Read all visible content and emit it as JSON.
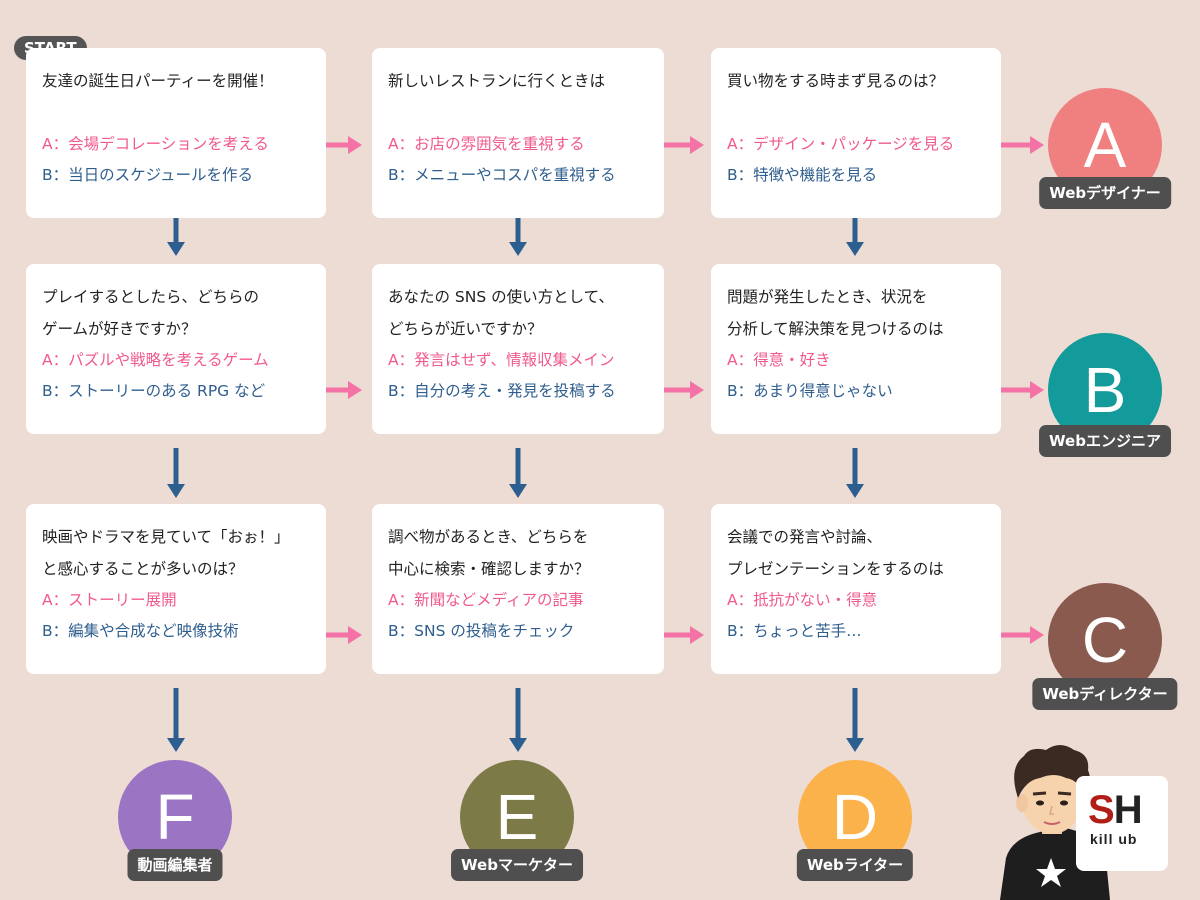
{
  "start_label": "START",
  "cards": [
    {
      "question": [
        "友達の誕生日パーティーを開催！"
      ],
      "a": "A：会場デコレーションを考える",
      "b": "B：当日のスケジュールを作る"
    },
    {
      "question": [
        "新しいレストランに行くときは"
      ],
      "a": "A：お店の雰囲気を重視する",
      "b": "B：メニューやコスパを重視する"
    },
    {
      "question": [
        "買い物をする時まず見るのは？"
      ],
      "a": "A：デザイン・パッケージを見る",
      "b": "B：特徴や機能を見る"
    },
    {
      "question": [
        "プレイするとしたら、どちらの",
        "ゲームが好きですか？"
      ],
      "a": "A：パズルや戦略を考えるゲーム",
      "b": "B：ストーリーのある RPG など"
    },
    {
      "question": [
        "あなたの SNS の使い方として、",
        "どちらが近いですか？"
      ],
      "a": "A：発言はせず、情報収集メイン",
      "b": "B：自分の考え・発見を投稿する"
    },
    {
      "question": [
        "問題が発生したとき、状況を",
        "分析して解決策を見つけるのは"
      ],
      "a": "A：得意・好き",
      "b": "B：あまり得意じゃない"
    },
    {
      "question": [
        "映画やドラマを見ていて「おぉ！」",
        "と感心することが多いのは？"
      ],
      "a": "A：ストーリー展開",
      "b": "B：編集や合成など映像技術"
    },
    {
      "question": [
        "調べ物があるとき、どちらを",
        "中心に検索・確認しますか？"
      ],
      "a": "A：新聞などメディアの記事",
      "b": "B：SNS の投稿をチェック"
    },
    {
      "question": [
        "会議での発言や討論、",
        "プレゼンテーションをするのは"
      ],
      "a": "A：抵抗がない・得意",
      "b": "B：ちょっと苦手…"
    }
  ],
  "results": [
    {
      "letter": "A",
      "label": "Webデザイナー",
      "color": "#f08080"
    },
    {
      "letter": "B",
      "label": "Webエンジニア",
      "color": "#139a9a"
    },
    {
      "letter": "C",
      "label": "Webディレクター",
      "color": "#8a5a4f"
    },
    {
      "letter": "D",
      "label": "Webライター",
      "color": "#fbb24a"
    },
    {
      "letter": "E",
      "label": "Webマーケター",
      "color": "#7c7b48"
    },
    {
      "letter": "F",
      "label": "動画編集者",
      "color": "#9b74c3"
    }
  ],
  "colors": {
    "background": "#ecdcd3",
    "arrow_a": "#f472a6",
    "arrow_down": "#2c5f8f",
    "option_a": "#f05a8c",
    "option_b": "#2f5e8f"
  },
  "logo": {
    "main_s": "S",
    "main_h": "H",
    "sub": "kill ub"
  }
}
